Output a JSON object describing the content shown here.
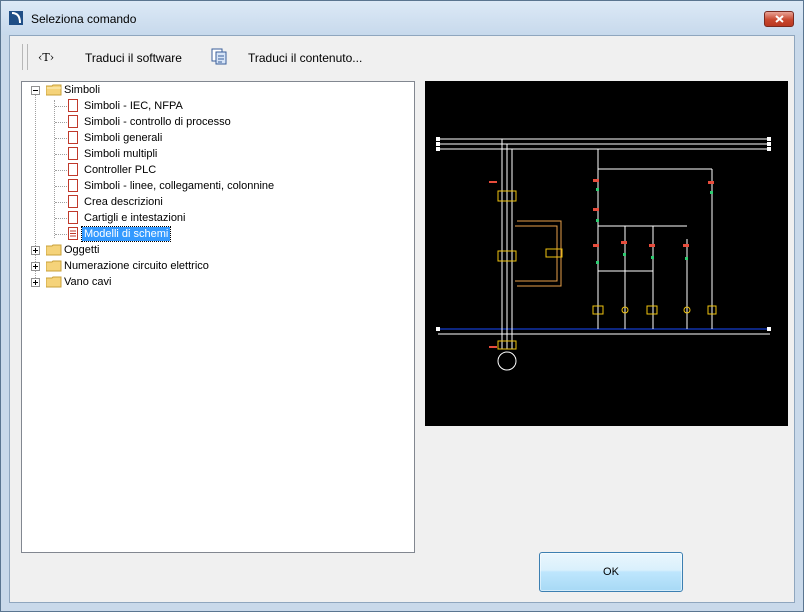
{
  "window": {
    "title": "Seleziona comando"
  },
  "toolbar": {
    "translate_software_label": "Traduci il software",
    "translate_content_label": "Traduci il contenuto..."
  },
  "tree": {
    "simboli": {
      "label": "Simboli",
      "children": [
        "Simboli - IEC, NFPA",
        "Simboli - controllo di processo",
        "Simboli generali",
        "Simboli multipli",
        "Controller PLC",
        "Simboli - linee, collegamenti, colonnine",
        "Crea descrizioni",
        "Cartigli e intestazioni",
        "Modelli di schemi"
      ]
    },
    "oggetti": {
      "label": "Oggetti"
    },
    "numerazione": {
      "label": "Numerazione circuito elettrico"
    },
    "vano": {
      "label": "Vano cavi"
    }
  },
  "buttons": {
    "ok_label": "OK"
  },
  "colors": {
    "selection": "#3399ff",
    "bus_blue": "#1a4cff",
    "schematic_bg": "#000000"
  }
}
